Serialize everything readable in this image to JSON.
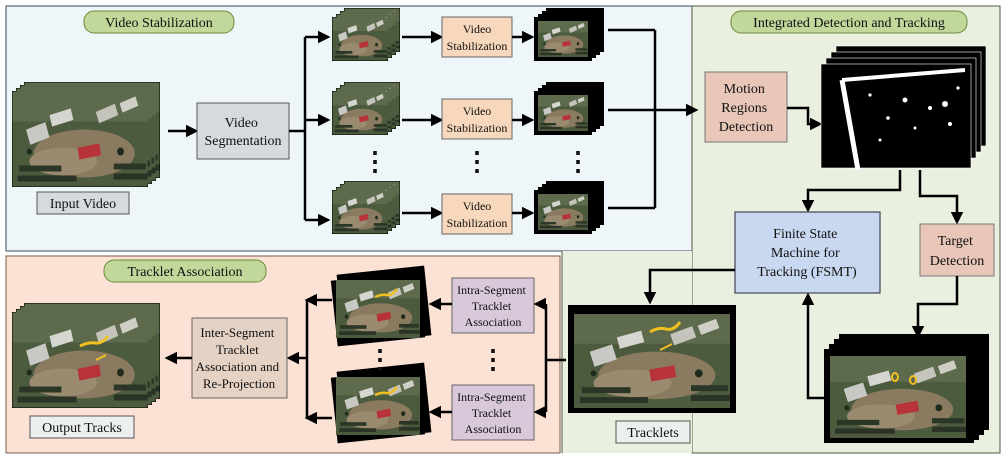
{
  "panels": {
    "video_stabilization": "Video Stabilization",
    "integrated_detection": "Integrated Detection and Tracking",
    "tracklet_association": "Tracklet Association"
  },
  "labels": {
    "input_video": "Input Video",
    "output_tracks": "Output Tracks",
    "tracklets": "Tracklets",
    "ellipsis": "⋮"
  },
  "nodes": {
    "video_segmentation": [
      "Video",
      "Segmentation"
    ],
    "video_stabilization": [
      "Video",
      "Stabilization"
    ],
    "motion_regions": [
      "Motion",
      "Regions",
      "Detection"
    ],
    "fsmt": [
      "Finite State",
      "Machine for",
      "Tracking (FSMT)"
    ],
    "target_detection": [
      "Target",
      "Detection"
    ],
    "intra_segment": [
      "Intra-Segment",
      "Tracklet",
      "Association"
    ],
    "inter_segment": [
      "Inter-Segment",
      "Tracklet",
      "Association and",
      "Re-Projection"
    ]
  },
  "colors": {
    "panel_blue": "#eef6fa",
    "panel_green": "#eaf0e0",
    "panel_peach": "#fbe2d4",
    "title_pill": "#c2d79a",
    "stab_box": "#f8d8bc",
    "seg_box": "#d6dade",
    "motion_box": "#e8c6b8",
    "fsmt_box": "#c8d8f0",
    "intra_box": "#d8c8da",
    "inter_box": "#e4d2c4",
    "tracks": "#f0c020"
  }
}
